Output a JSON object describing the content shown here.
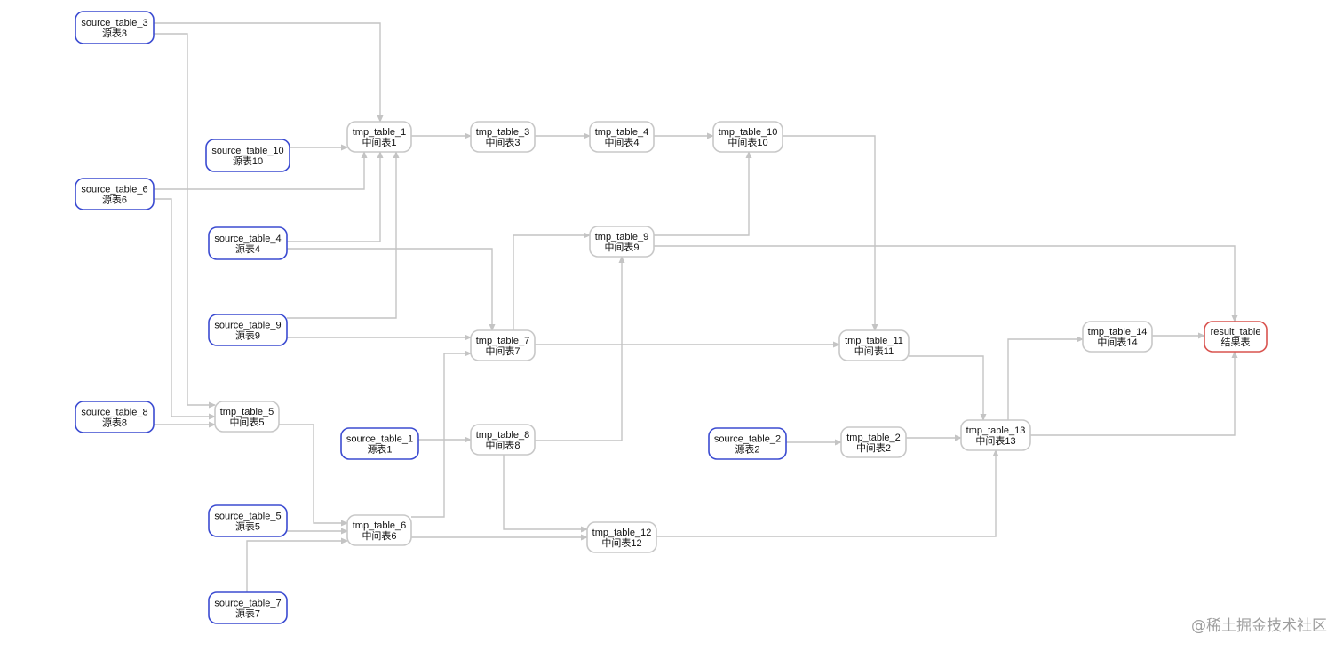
{
  "colors": {
    "source_border": "#3b4bd1",
    "tmp_border": "#c8c8c8",
    "result_border": "#d9534f",
    "edge": "#c4c4c4"
  },
  "nodes": [
    {
      "id": "source_table_3",
      "name": "source_table_3",
      "label": "源表3",
      "kind": "source"
    },
    {
      "id": "source_table_10",
      "name": "source_table_10",
      "label": "源表10",
      "kind": "source"
    },
    {
      "id": "source_table_6",
      "name": "source_table_6",
      "label": "源表6",
      "kind": "source"
    },
    {
      "id": "source_table_4",
      "name": "source_table_4",
      "label": "源表4",
      "kind": "source"
    },
    {
      "id": "source_table_9",
      "name": "source_table_9",
      "label": "源表9",
      "kind": "source"
    },
    {
      "id": "source_table_8",
      "name": "source_table_8",
      "label": "源表8",
      "kind": "source"
    },
    {
      "id": "source_table_1",
      "name": "source_table_1",
      "label": "源表1",
      "kind": "source"
    },
    {
      "id": "source_table_5",
      "name": "source_table_5",
      "label": "源表5",
      "kind": "source"
    },
    {
      "id": "source_table_7",
      "name": "source_table_7",
      "label": "源表7",
      "kind": "source"
    },
    {
      "id": "source_table_2",
      "name": "source_table_2",
      "label": "源表2",
      "kind": "source"
    },
    {
      "id": "tmp_table_1",
      "name": "tmp_table_1",
      "label": "中间表1",
      "kind": "tmp"
    },
    {
      "id": "tmp_table_3",
      "name": "tmp_table_3",
      "label": "中间表3",
      "kind": "tmp"
    },
    {
      "id": "tmp_table_4",
      "name": "tmp_table_4",
      "label": "中间表4",
      "kind": "tmp"
    },
    {
      "id": "tmp_table_10",
      "name": "tmp_table_10",
      "label": "中间表10",
      "kind": "tmp"
    },
    {
      "id": "tmp_table_9",
      "name": "tmp_table_9",
      "label": "中间表9",
      "kind": "tmp"
    },
    {
      "id": "tmp_table_7",
      "name": "tmp_table_7",
      "label": "中间表7",
      "kind": "tmp"
    },
    {
      "id": "tmp_table_11",
      "name": "tmp_table_11",
      "label": "中间表11",
      "kind": "tmp"
    },
    {
      "id": "tmp_table_5",
      "name": "tmp_table_5",
      "label": "中间表5",
      "kind": "tmp"
    },
    {
      "id": "tmp_table_8",
      "name": "tmp_table_8",
      "label": "中间表8",
      "kind": "tmp"
    },
    {
      "id": "tmp_table_6",
      "name": "tmp_table_6",
      "label": "中间表6",
      "kind": "tmp"
    },
    {
      "id": "tmp_table_12",
      "name": "tmp_table_12",
      "label": "中间表12",
      "kind": "tmp"
    },
    {
      "id": "tmp_table_2",
      "name": "tmp_table_2",
      "label": "中间表2",
      "kind": "tmp"
    },
    {
      "id": "tmp_table_13",
      "name": "tmp_table_13",
      "label": "中间表13",
      "kind": "tmp"
    },
    {
      "id": "tmp_table_14",
      "name": "tmp_table_14",
      "label": "中间表14",
      "kind": "tmp"
    },
    {
      "id": "result_table",
      "name": "result_table",
      "label": "结果表",
      "kind": "result"
    }
  ],
  "edges": [
    {
      "from": "source_table_3",
      "to": "tmp_table_1"
    },
    {
      "from": "source_table_3",
      "to": "tmp_table_5"
    },
    {
      "from": "source_table_10",
      "to": "tmp_table_1"
    },
    {
      "from": "source_table_6",
      "to": "tmp_table_1"
    },
    {
      "from": "source_table_6",
      "to": "tmp_table_5"
    },
    {
      "from": "source_table_4",
      "to": "tmp_table_1"
    },
    {
      "from": "source_table_4",
      "to": "tmp_table_7"
    },
    {
      "from": "source_table_9",
      "to": "tmp_table_1"
    },
    {
      "from": "source_table_9",
      "to": "tmp_table_7"
    },
    {
      "from": "source_table_8",
      "to": "tmp_table_5"
    },
    {
      "from": "source_table_1",
      "to": "tmp_table_8"
    },
    {
      "from": "source_table_5",
      "to": "tmp_table_6"
    },
    {
      "from": "source_table_7",
      "to": "tmp_table_6"
    },
    {
      "from": "source_table_2",
      "to": "tmp_table_2"
    },
    {
      "from": "tmp_table_1",
      "to": "tmp_table_3"
    },
    {
      "from": "tmp_table_3",
      "to": "tmp_table_4"
    },
    {
      "from": "tmp_table_4",
      "to": "tmp_table_10"
    },
    {
      "from": "tmp_table_10",
      "to": "tmp_table_11"
    },
    {
      "from": "tmp_table_9",
      "to": "tmp_table_10"
    },
    {
      "from": "tmp_table_9",
      "to": "result_table"
    },
    {
      "from": "tmp_table_7",
      "to": "tmp_table_9"
    },
    {
      "from": "tmp_table_7",
      "to": "tmp_table_11"
    },
    {
      "from": "tmp_table_5",
      "to": "tmp_table_6"
    },
    {
      "from": "tmp_table_6",
      "to": "tmp_table_7"
    },
    {
      "from": "tmp_table_6",
      "to": "tmp_table_12"
    },
    {
      "from": "tmp_table_8",
      "to": "tmp_table_9"
    },
    {
      "from": "tmp_table_8",
      "to": "tmp_table_12"
    },
    {
      "from": "tmp_table_12",
      "to": "tmp_table_13"
    },
    {
      "from": "tmp_table_11",
      "to": "tmp_table_13"
    },
    {
      "from": "tmp_table_2",
      "to": "tmp_table_13"
    },
    {
      "from": "tmp_table_13",
      "to": "tmp_table_14"
    },
    {
      "from": "tmp_table_13",
      "to": "result_table"
    },
    {
      "from": "tmp_table_14",
      "to": "result_table"
    }
  ],
  "watermark": "@稀土掘金技术社区"
}
